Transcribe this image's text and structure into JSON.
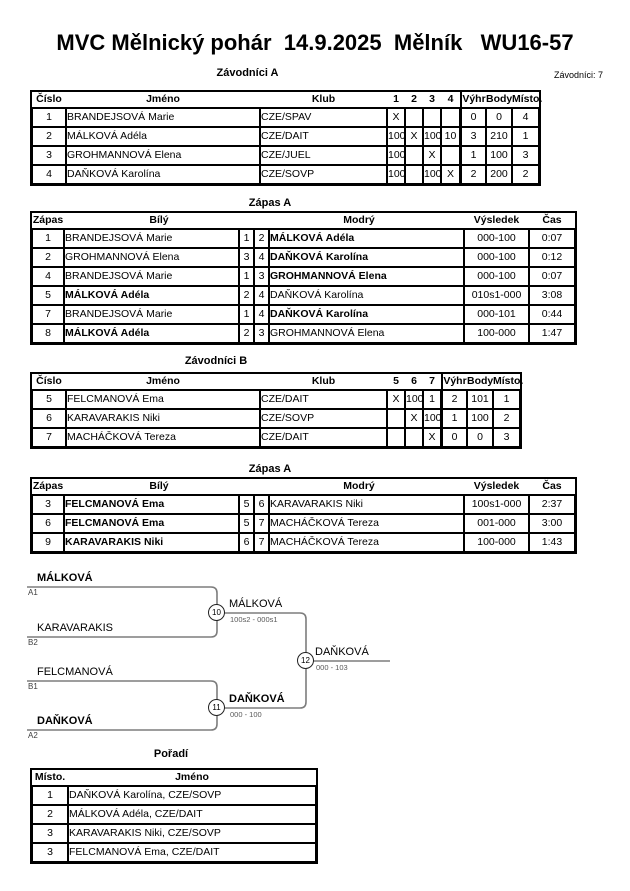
{
  "page": {
    "title": "MVC Mělnický pohár  14.9.2025  Mělník   WU16-57",
    "competitors_count": "Závodníci: 7"
  },
  "group_a": {
    "title": "Závodníci A",
    "headers": {
      "cislo": "Číslo",
      "jmeno": "Jméno",
      "klub": "Klub",
      "rounds": [
        "1",
        "2",
        "3",
        "4"
      ],
      "vyhr": "Výhr",
      "body": "Body",
      "misto": "Místo."
    },
    "rows": [
      {
        "cislo": "1",
        "jmeno": "BRANDEJSOVÁ Marie",
        "klub": "CZE/SPAV",
        "r": [
          "X",
          "",
          "",
          ""
        ],
        "vyhr": "0",
        "body": "0",
        "misto": "4"
      },
      {
        "cislo": "2",
        "jmeno": "MÁLKOVÁ Adéla",
        "klub": "CZE/DAIT",
        "r": [
          "100",
          "X",
          "100",
          "10"
        ],
        "vyhr": "3",
        "body": "210",
        "misto": "1"
      },
      {
        "cislo": "3",
        "jmeno": "GROHMANNOVÁ Elena",
        "klub": "CZE/JUEL",
        "r": [
          "100",
          "",
          "X",
          ""
        ],
        "vyhr": "1",
        "body": "100",
        "misto": "3"
      },
      {
        "cislo": "4",
        "jmeno": "DAŇKOVÁ Karolína",
        "klub": "CZE/SOVP",
        "r": [
          "100",
          "",
          "100",
          "X"
        ],
        "vyhr": "2",
        "body": "200",
        "misto": "2"
      }
    ]
  },
  "matches_a": {
    "title": "Zápas A",
    "headers": {
      "zapas": "Zápas",
      "bily": "Bílý",
      "modry": "Modrý",
      "vysledek": "Výsledek",
      "cas": "Čas"
    },
    "rows": [
      {
        "zapas": "1",
        "bily": "BRANDEJSOVÁ Marie",
        "bc": "1",
        "mc": "2",
        "modry": "MÁLKOVÁ Adéla",
        "bily_bold": false,
        "modry_bold": true,
        "vysledek": "000-100",
        "cas": "0:07"
      },
      {
        "zapas": "2",
        "bily": "GROHMANNOVÁ Elena",
        "bc": "3",
        "mc": "4",
        "modry": "DAŇKOVÁ Karolína",
        "bily_bold": false,
        "modry_bold": true,
        "vysledek": "000-100",
        "cas": "0:12"
      },
      {
        "zapas": "4",
        "bily": "BRANDEJSOVÁ Marie",
        "bc": "1",
        "mc": "3",
        "modry": "GROHMANNOVÁ Elena",
        "bily_bold": false,
        "modry_bold": true,
        "vysledek": "000-100",
        "cas": "0:07"
      },
      {
        "zapas": "5",
        "bily": "MÁLKOVÁ Adéla",
        "bc": "2",
        "mc": "4",
        "modry": "DAŇKOVÁ Karolína",
        "bily_bold": true,
        "modry_bold": false,
        "vysledek": "010s1-000",
        "cas": "3:08"
      },
      {
        "zapas": "7",
        "bily": "BRANDEJSOVÁ Marie",
        "bc": "1",
        "mc": "4",
        "modry": "DAŇKOVÁ Karolína",
        "bily_bold": false,
        "modry_bold": true,
        "vysledek": "000-101",
        "cas": "0:44"
      },
      {
        "zapas": "8",
        "bily": "MÁLKOVÁ Adéla",
        "bc": "2",
        "mc": "3",
        "modry": "GROHMANNOVÁ Elena",
        "bily_bold": true,
        "modry_bold": false,
        "vysledek": "100-000",
        "cas": "1:47"
      }
    ]
  },
  "group_b": {
    "title": "Závodníci B",
    "headers": {
      "cislo": "Číslo",
      "jmeno": "Jméno",
      "klub": "Klub",
      "rounds": [
        "5",
        "6",
        "7"
      ],
      "vyhr": "Výhr",
      "body": "Body",
      "misto": "Místo."
    },
    "rows": [
      {
        "cislo": "5",
        "jmeno": "FELCMANOVÁ Ema",
        "klub": "CZE/DAIT",
        "r": [
          "X",
          "100",
          "1"
        ],
        "vyhr": "2",
        "body": "101",
        "misto": "1"
      },
      {
        "cislo": "6",
        "jmeno": "KARAVARAKIS Niki",
        "klub": "CZE/SOVP",
        "r": [
          "",
          "X",
          "100"
        ],
        "vyhr": "1",
        "body": "100",
        "misto": "2"
      },
      {
        "cislo": "7",
        "jmeno": "MACHÁČKOVÁ Tereza",
        "klub": "CZE/DAIT",
        "r": [
          "",
          "",
          "X"
        ],
        "vyhr": "0",
        "body": "0",
        "misto": "3"
      }
    ]
  },
  "matches_b": {
    "title": "Zápas A",
    "headers": {
      "zapas": "Zápas",
      "bily": "Bílý",
      "modry": "Modrý",
      "vysledek": "Výsledek",
      "cas": "Čas"
    },
    "rows": [
      {
        "zapas": "3",
        "bily": "FELCMANOVÁ Ema",
        "bc": "5",
        "mc": "6",
        "modry": "KARAVARAKIS Niki",
        "bily_bold": true,
        "modry_bold": false,
        "vysledek": "100s1-000",
        "cas": "2:37"
      },
      {
        "zapas": "6",
        "bily": "FELCMANOVÁ Ema",
        "bc": "5",
        "mc": "7",
        "modry": "MACHÁČKOVÁ Tereza",
        "bily_bold": true,
        "modry_bold": false,
        "vysledek": "001-000",
        "cas": "3:00"
      },
      {
        "zapas": "9",
        "bily": "KARAVARAKIS Niki",
        "bc": "6",
        "mc": "7",
        "modry": "MACHÁČKOVÁ Tereza",
        "bily_bold": true,
        "modry_bold": false,
        "vysledek": "100-000",
        "cas": "1:43"
      }
    ]
  },
  "bracket": {
    "entries": [
      {
        "name": "MÁLKOVÁ",
        "seed": "A1",
        "bold": true
      },
      {
        "name": "KARAVARAKIS",
        "seed": "B2",
        "bold": false
      },
      {
        "name": "FELCMANOVÁ",
        "seed": "B1",
        "bold": false
      },
      {
        "name": "DAŇKOVÁ",
        "seed": "A2",
        "bold": true
      }
    ],
    "nodes": [
      {
        "number": "10",
        "winner": "MÁLKOVÁ",
        "score": "100s2 - 000s1",
        "winner_bold": false
      },
      {
        "number": "11",
        "winner": "DAŇKOVÁ",
        "score": "000 - 100",
        "winner_bold": true
      },
      {
        "number": "12",
        "winner": "DAŇKOVÁ",
        "score": "000 - 103",
        "winner_bold": false
      }
    ],
    "line_color": "#7d7d7d"
  },
  "ranking": {
    "title": "Pořadí",
    "headers": {
      "misto": "Místo.",
      "jmeno": "Jméno"
    },
    "rows": [
      {
        "misto": "1",
        "jmeno": "DAŇKOVÁ Karolína, CZE/SOVP"
      },
      {
        "misto": "2",
        "jmeno": "MÁLKOVÁ Adéla, CZE/DAIT"
      },
      {
        "misto": "3",
        "jmeno": "KARAVARAKIS Niki, CZE/SOVP"
      },
      {
        "misto": "3",
        "jmeno": "FELCMANOVÁ Ema, CZE/DAIT"
      }
    ]
  }
}
